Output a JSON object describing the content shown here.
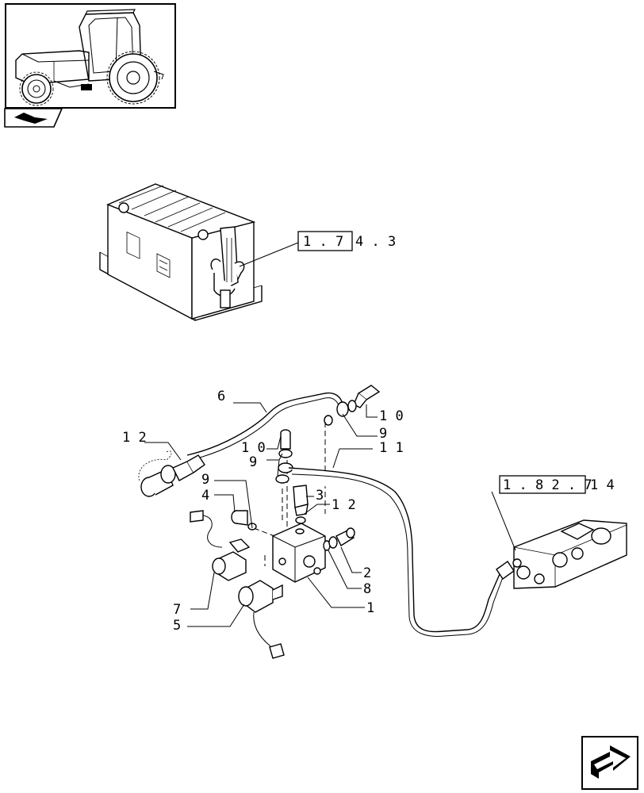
{
  "thumbnail": {
    "icon": "tractor-cab-thumbnail",
    "badge_icon": "book-tab-icon"
  },
  "references": {
    "battery_ref": {
      "boxed": "1 . 7",
      "suffix": "4 . 3"
    },
    "valve_ref": {
      "boxed": "1 . 8 2 . 7",
      "suffix": "1 4"
    }
  },
  "callouts": {
    "c6": "6",
    "c12a": "1 2",
    "c10a": "1 0",
    "c9a": "9",
    "c10b": "1 0",
    "c9b": "9",
    "c11": "1 1",
    "c9c": "9",
    "c4": "4",
    "c3": "3",
    "c12b": "1 2",
    "c2": "2",
    "c8": "8",
    "c1": "1",
    "c7": "7",
    "c5": "5"
  },
  "nav": {
    "icon": "next-page-arrow-icon"
  }
}
